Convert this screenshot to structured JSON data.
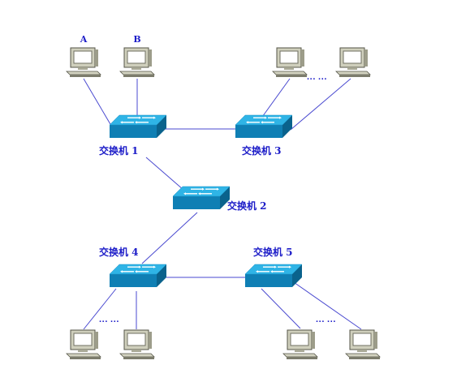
{
  "switches": {
    "s1": {
      "label": "交换机 1"
    },
    "s2": {
      "label": "交换机 2"
    },
    "s3": {
      "label": "交换机 3"
    },
    "s4": {
      "label": "交换机 4"
    },
    "s5": {
      "label": "交换机 5"
    }
  },
  "computers": {
    "a": {
      "label": "A"
    },
    "b": {
      "label": "B"
    }
  },
  "ellipsis": {
    "top_right": "··· ···",
    "bottom_left": "··· ···",
    "bottom_right": "··· ···"
  },
  "colors": {
    "link": "#4a4ad0",
    "switch_top": "#29aee0",
    "switch_side": "#0f7fb4",
    "label": "#1c1cc8",
    "pc_body": "#c8c8b4"
  },
  "icons": {
    "switch": "network-switch-icon",
    "computer": "desktop-computer-icon"
  }
}
